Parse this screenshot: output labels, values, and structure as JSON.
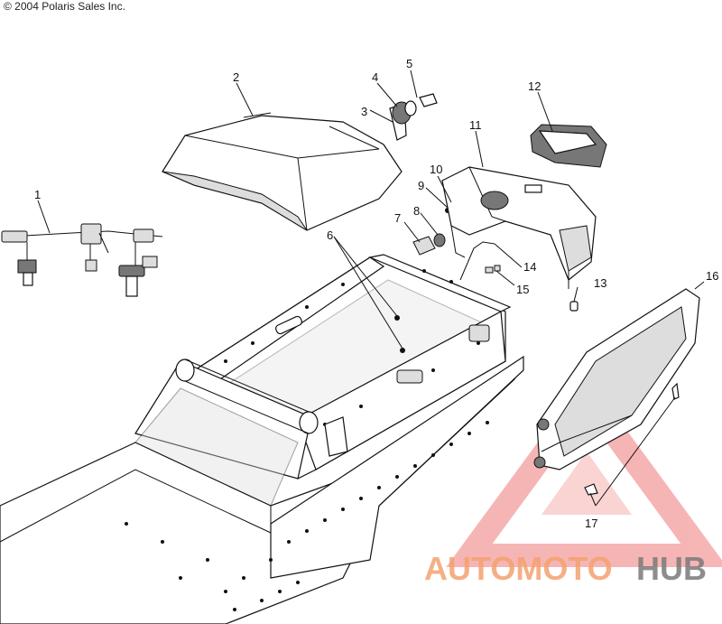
{
  "copyright": "© 2004 Polaris Sales Inc.",
  "callouts": [
    "1",
    "2",
    "3",
    "4",
    "5",
    "6",
    "7",
    "8",
    "9",
    "10",
    "11",
    "12",
    "13",
    "14",
    "15",
    "16",
    "17"
  ],
  "watermark": {
    "part1": "AUTOMOTO",
    "part2": "HUB",
    "color1": "#f4a26f",
    "color2": "#7a7a7a",
    "triangle_color": "#f07a7a"
  }
}
